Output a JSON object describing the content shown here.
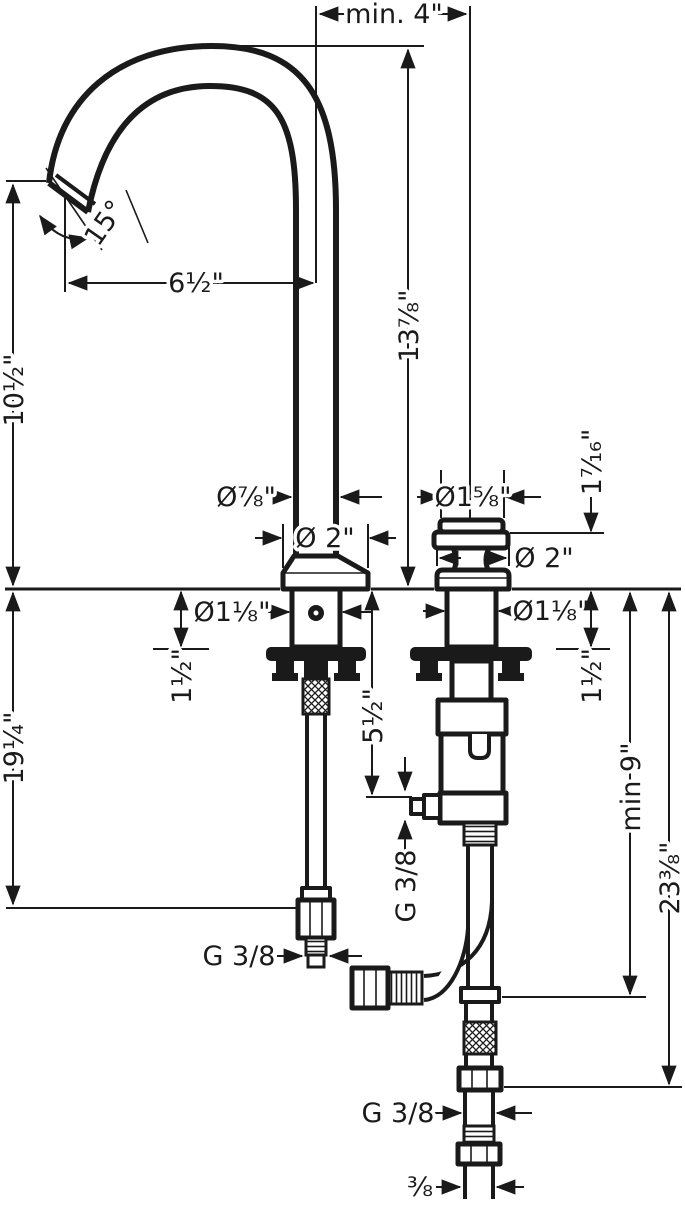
{
  "drawing": {
    "type": "faucet installation dimension drawing",
    "line_color": "#1a1a1a",
    "background": "#ffffff"
  },
  "dims": {
    "min_width": "min. 4\"",
    "spout_angle": "15°",
    "spout_reach": "6½\"",
    "height_to_spout_top": "13⅞\"",
    "height_to_outlet": "10½\"",
    "spout_pipe_diameter": "Ø⅞\"",
    "spout_base_diameter": "Ø 2\"",
    "handle_diameter": "Ø1⅝\"",
    "handle_height": "1⁷⁄₁₆\"",
    "handle_base_diameter": "Ø 2\"",
    "spout_hole_diameter": "Ø1⅛\"",
    "handle_hole_diameter": "Ø1⅛\"",
    "spout_deck_max_thickness": "1½\"",
    "handle_deck_max_thickness": "1½\"",
    "valve_outlet_drop": "5½\"",
    "spout_hose_length": "19¼\"",
    "min_install_depth": "min 9\"",
    "handle_hose_length": "23⅜\"",
    "spout_hose_thread": "G 3/8",
    "valve_outlet_thread": "G 3/8",
    "handle_hose_thread": "G 3/8",
    "hose_end_size": "⅜"
  }
}
